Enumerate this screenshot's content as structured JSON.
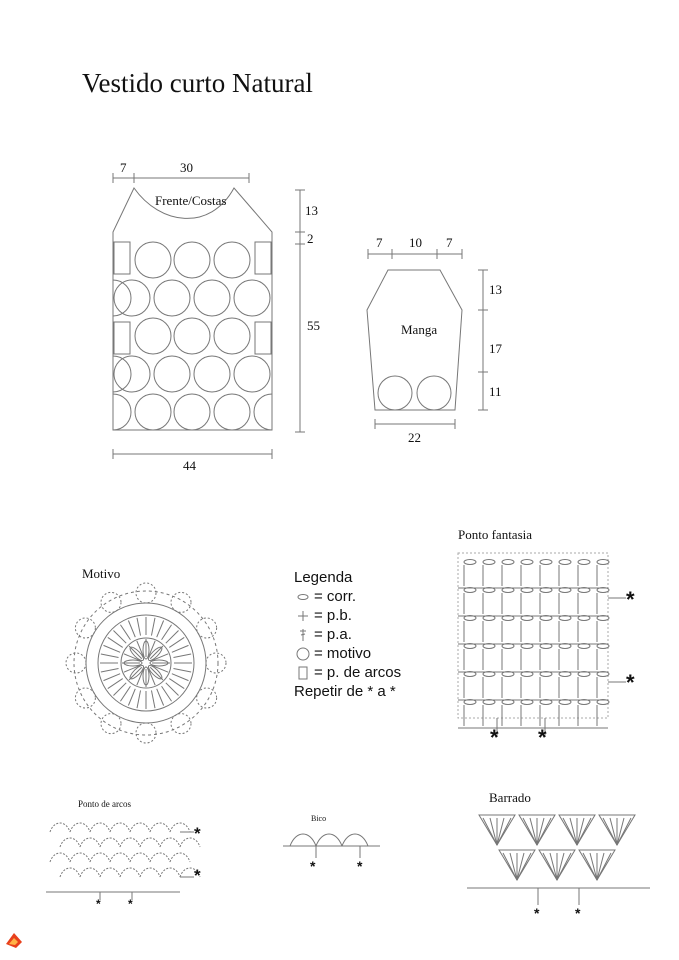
{
  "title": "Vestido curto Natural",
  "front": {
    "label": "Frente/Costas",
    "dim_top_left": "7",
    "dim_top_right": "30",
    "dim_right_1": "13",
    "dim_right_2": "2",
    "dim_right_3": "55",
    "dim_bottom": "44"
  },
  "sleeve": {
    "label": "Manga",
    "dim_top_1": "7",
    "dim_top_2": "10",
    "dim_top_3": "7",
    "dim_right_1": "13",
    "dim_right_2": "17",
    "dim_right_3": "11",
    "dim_bottom": "22"
  },
  "sections": {
    "motivo": "Motivo",
    "ponto_fantasia": "Ponto fantasia",
    "ponto_de_arcos": "Ponto de arcos",
    "bico": "Bico",
    "barrado": "Barrado"
  },
  "legend": {
    "title": "Legenda",
    "items": [
      "= corr.",
      "= p.b.",
      "= p.a.",
      "= motivo",
      "= p. de arcos"
    ],
    "repeat": "Repetir de * a *"
  },
  "star": "*",
  "colors": {
    "line": "#777777",
    "text": "#111111",
    "logo": "#e8401c"
  }
}
